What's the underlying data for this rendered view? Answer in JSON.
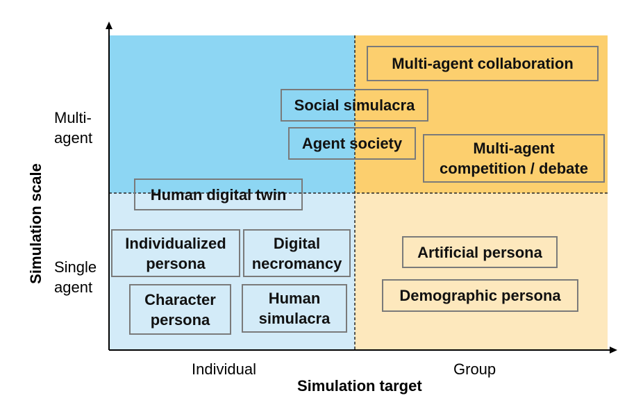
{
  "axes": {
    "x_title": "Simulation target",
    "y_title": "Simulation scale",
    "x_left": "Individual",
    "x_right": "Group",
    "y_top": "Multi-\nagent",
    "y_bottom": "Single\nagent"
  },
  "colors": {
    "top_left": "#8dd6f3",
    "top_right": "#fccf6e",
    "bottom_left": "#d3ebf8",
    "bottom_right": "#fde8bd",
    "box_border": "#7a7a7a"
  },
  "boxes": {
    "multi_agent_collaboration": "Multi-agent collaboration",
    "social_simulacra": "Social simulacra",
    "agent_society": "Agent society",
    "multi_agent_competition": "Multi-agent\ncompetition / debate",
    "human_digital_twin": "Human digital twin",
    "individualized_persona": "Individualized\npersona",
    "digital_necromancy": "Digital\nnecromancy",
    "character_persona": "Character\npersona",
    "human_simulacra": "Human\nsimulacra",
    "artificial_persona": "Artificial persona",
    "demographic_persona": "Demographic persona"
  }
}
